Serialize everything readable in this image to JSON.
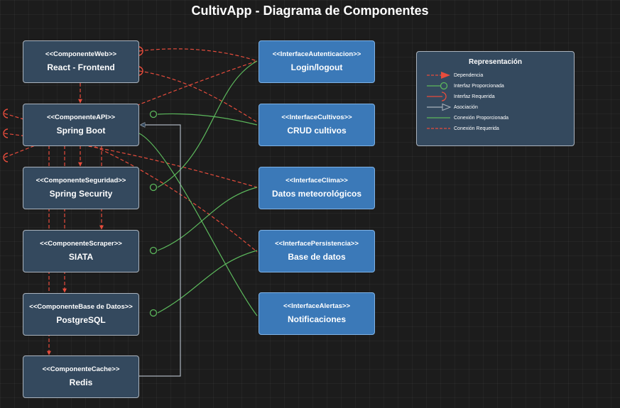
{
  "title": "CultivApp - Diagrama de Componentes",
  "colors": {
    "background": "#1c1c1c",
    "component_fill": "#34495e",
    "interface_fill": "#3b79b8",
    "dependency": "#e74c3c",
    "provided": "#5cb85c",
    "association": "#aab3bd"
  },
  "components": {
    "web": {
      "stereotype": "<<ComponenteWeb>>",
      "name": "React - Frontend"
    },
    "api": {
      "stereotype": "<<ComponenteAPI>>",
      "name": "Spring Boot"
    },
    "security": {
      "stereotype": "<<ComponenteSeguridad>>",
      "name": "Spring Security"
    },
    "scraper": {
      "stereotype": "<<ComponenteScraper>>",
      "name": "SIATA"
    },
    "db": {
      "stereotype": "<<ComponenteBase de Datos>>",
      "name": "PostgreSQL"
    },
    "cache": {
      "stereotype": "<<ComponenteCache>>",
      "name": "Redis"
    }
  },
  "interfaces": {
    "auth": {
      "stereotype": "<<InterfaceAutenticacion>>",
      "name": "Login/logout"
    },
    "crops": {
      "stereotype": "<<InterfaceCultivos>>",
      "name": "CRUD cultivos"
    },
    "weather": {
      "stereotype": "<<InterfaceClima>>",
      "name": "Datos meteorológicos"
    },
    "persistence": {
      "stereotype": "<<InterfacePersistencia>>",
      "name": "Base de datos"
    },
    "alerts": {
      "stereotype": "<<InterfaceAlertas>>",
      "name": "Notificaciones"
    }
  },
  "legend": {
    "title": "Representación",
    "items": [
      {
        "label": "Dependencia",
        "icon": "dependency-arrow"
      },
      {
        "label": "Interfaz Proporcionada",
        "icon": "provided-lollipop"
      },
      {
        "label": "Interfaz Requerida",
        "icon": "required-socket"
      },
      {
        "label": "Asociación",
        "icon": "association-arrow"
      },
      {
        "label": "Conexión Proporcionada",
        "icon": "provided-line"
      },
      {
        "label": "Conexión Requerida",
        "icon": "required-line"
      }
    ]
  }
}
